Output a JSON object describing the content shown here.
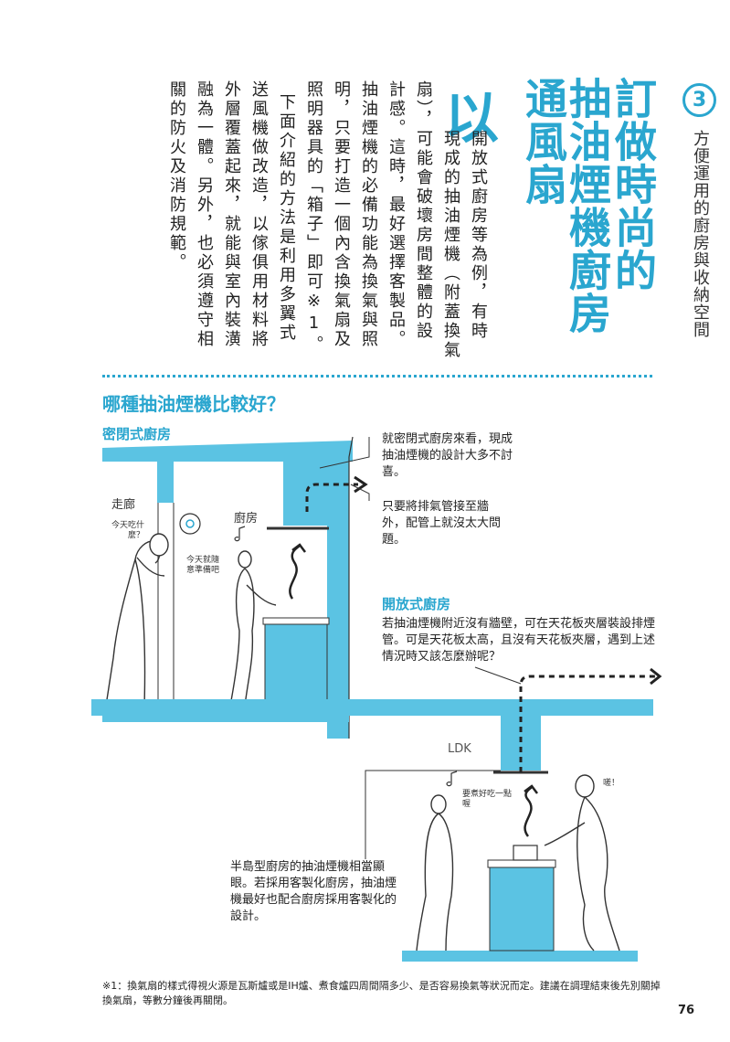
{
  "chapter": {
    "number": "3",
    "title": "方便運用的廚房與收納空間"
  },
  "title": {
    "line1": "訂做時尚的",
    "line2": "抽油煙機廚房",
    "line3": "通風扇"
  },
  "body": {
    "drop_cap": "以",
    "col1": "開放式廚房等為例，有時",
    "col2": "現成的抽油煙機（附蓋換氣",
    "col3": "扇），可能會破壞房間整體的設",
    "col4": "計感。這時，最好選擇客製品。",
    "col5": "抽油煙機的必備功能為換氣與照",
    "col6": "明，只要打造一個內含換氣扇及",
    "col7": "照明器具的「箱子」即可※1。",
    "col8": "下面介紹的方法是利用多翼式",
    "col9": "送風機做改造，以傢俱用材料將",
    "col10": "外層覆蓋起來，就能與室內裝潢",
    "col11": "融為一體。另外，也必須遵守相",
    "col12": "關的防火及消防規範。"
  },
  "section": {
    "heading": "哪種抽油煙機比較好？",
    "closed_kitchen": {
      "heading": "密閉式廚房",
      "label_hallway": "走廊",
      "label_kitchen": "廚房",
      "bubble_person1": "今天吃什麼？",
      "bubble_person2": "今天就隨意準備吧",
      "note1": "就密閉式廚房來看，現成抽油煙機的設計大多不討喜。",
      "note2": "只要將排氣管接至牆外，配管上就沒太大問題。"
    },
    "open_kitchen": {
      "heading": "開放式廚房",
      "note1": "若抽油煙機附近沒有牆壁，可在天花板夾層裝設排煙管。可是天花板太高，且沒有天花板夾層，遇到上述情況時又該怎麼辦呢？",
      "label_ldk": "LDK",
      "bubble_person1": "要煮好吃一點喔",
      "bubble_person2": "嗟！",
      "note2": "半島型廚房的抽油煙機相當顯眼。若採用客製化廚房，抽油煙機最好也配合廚房採用客製化的設計。"
    }
  },
  "footnote": "※1：換氣扇的樣式得視火源是瓦斯爐或是IH爐、煮食爐四周間隔多少、是否容易換氣等狀況而定。建議在調理結束後先別關掉換氣扇，等數分鐘後再關閉。",
  "page_number": "76",
  "colors": {
    "accent": "#2aa6cf",
    "fill": "#5bc3e3",
    "text": "#222222"
  }
}
